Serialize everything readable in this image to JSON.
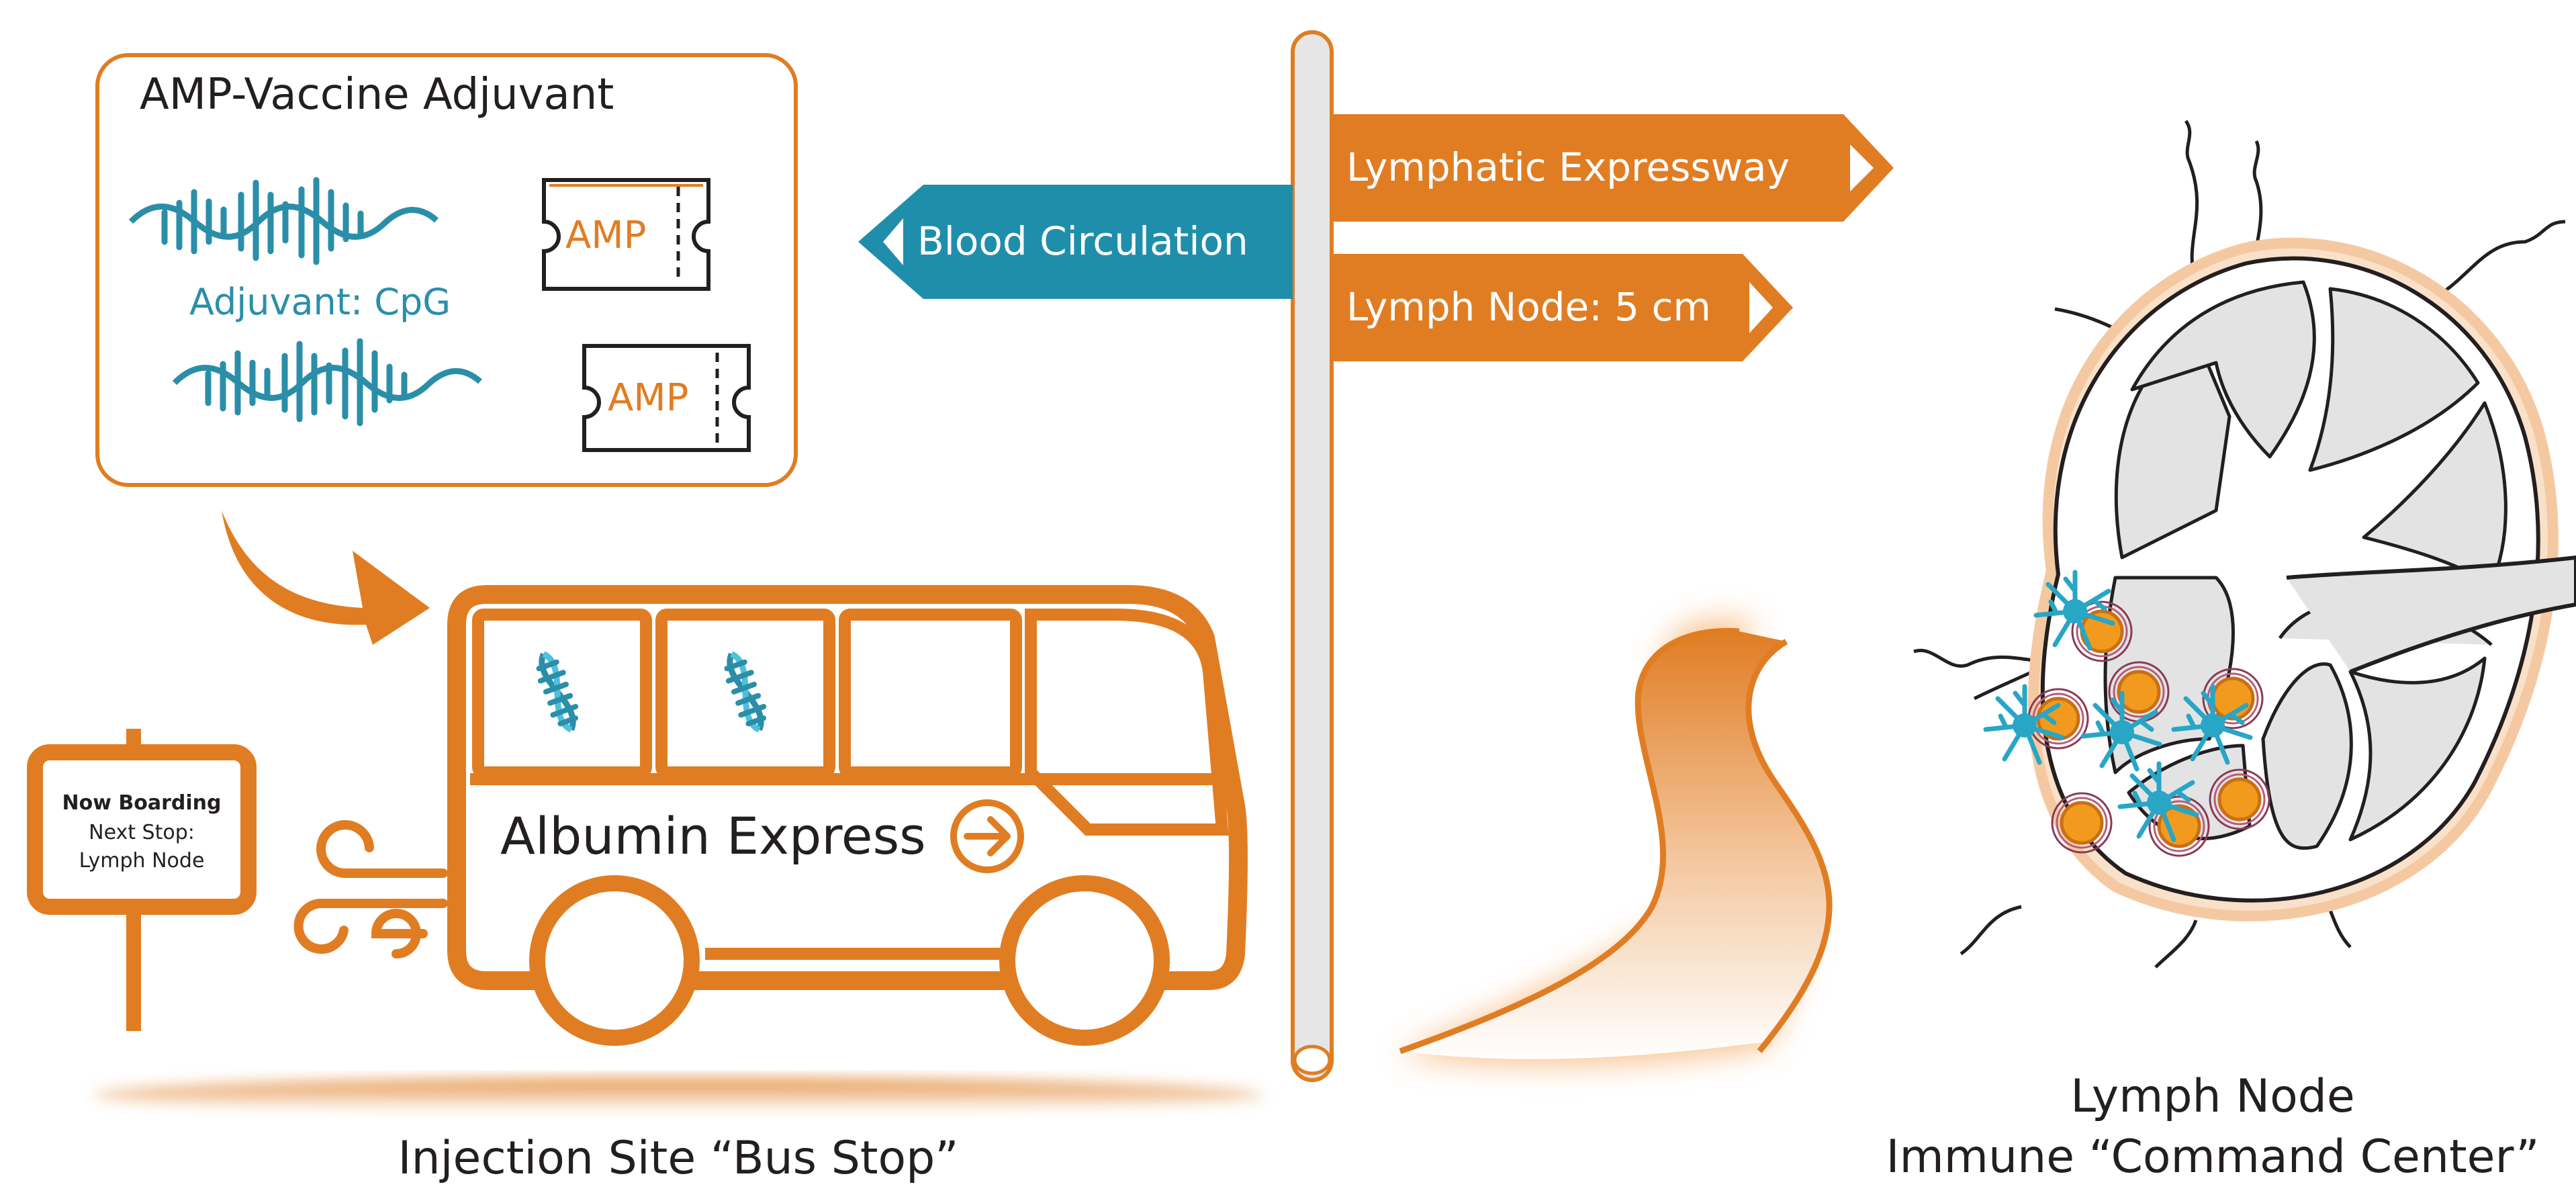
{
  "colors": {
    "orange": "#e07d23",
    "teal": "#2b8ea9",
    "teal_light": "#27a6c6",
    "gray_fill": "#e3e3e3",
    "ink": "#231f20"
  },
  "adjuvant_panel": {
    "title": "AMP-Vaccine Adjuvant",
    "adjuvant_label": "Adjuvant: CpG",
    "ticket_1": "AMP",
    "ticket_2": "AMP"
  },
  "signs": {
    "blood": "Blood Circulation",
    "lymphatic": "Lymphatic Expressway",
    "distance": "Lymph Node: 5 cm"
  },
  "bus": {
    "name": "Albumin Express"
  },
  "stop_sign": {
    "line1": "Now Boarding",
    "line2": "Next Stop:",
    "line3": "Lymph Node"
  },
  "captions": {
    "injection_site": "Injection Site “Bus Stop”",
    "lymph_node_line1": "Lymph Node",
    "lymph_node_line2": "Immune “Command Center”"
  },
  "icons": [
    "arrow-right-icon",
    "wind-icon",
    "dna-icon",
    "dendritic-cell-icon",
    "t-cell-icon"
  ]
}
